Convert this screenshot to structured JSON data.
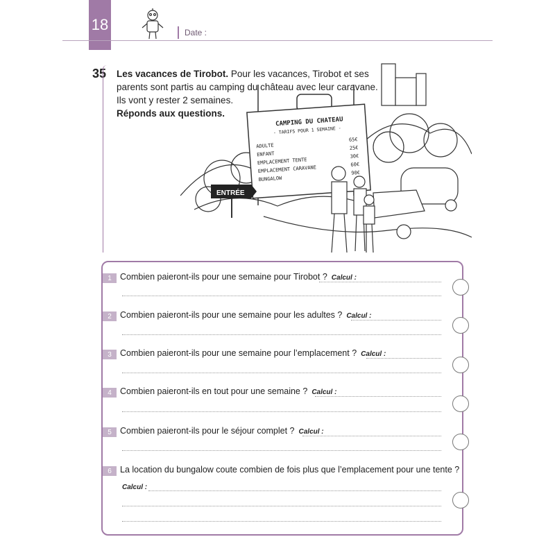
{
  "header": {
    "page_number": "18",
    "date_label": "Date :"
  },
  "exercise": {
    "number": "35",
    "title": "Les vacances de Tirobot.",
    "intro": "Pour les vacances, Tirobot et ses parents sont partis au camping du château avec leur caravane.",
    "duration": "Ils vont y rester 2 semaines.",
    "instruction": "Réponds aux questions."
  },
  "sign": {
    "title": "CAMPING DU CHATEAU",
    "subtitle": "- TARIFS POUR 1 SEMAINE -",
    "rows": [
      {
        "label": "ADULTE",
        "price": "65€"
      },
      {
        "label": "ENFANT",
        "price": "25€"
      },
      {
        "label": "EMPLACEMENT TENTE",
        "price": "30€"
      },
      {
        "label": "EMPLACEMENT CARAVANE",
        "price": "60€"
      },
      {
        "label": "BUNGALOW",
        "price": "90€"
      }
    ],
    "entry_sign": "ENTRÉE"
  },
  "calc_label": "Calcul :",
  "questions": [
    {
      "num": "1",
      "text": "Combien paieront-ils pour une semaine pour Tirobot ?"
    },
    {
      "num": "2",
      "text": "Combien paieront-ils pour une semaine pour les adultes ?"
    },
    {
      "num": "3",
      "text": "Combien paieront-ils pour une semaine pour l’emplacement ?"
    },
    {
      "num": "4",
      "text": "Combien paieront-ils en tout pour une semaine ?"
    },
    {
      "num": "5",
      "text": "Combien paieront-ils pour le séjour complet ?"
    },
    {
      "num": "6",
      "text": "La location du bungalow coute combien de fois plus que l’emplacement pour une tente ?"
    }
  ],
  "colors": {
    "accent": "#a07aa6",
    "accent_light": "#c5b2c9"
  }
}
